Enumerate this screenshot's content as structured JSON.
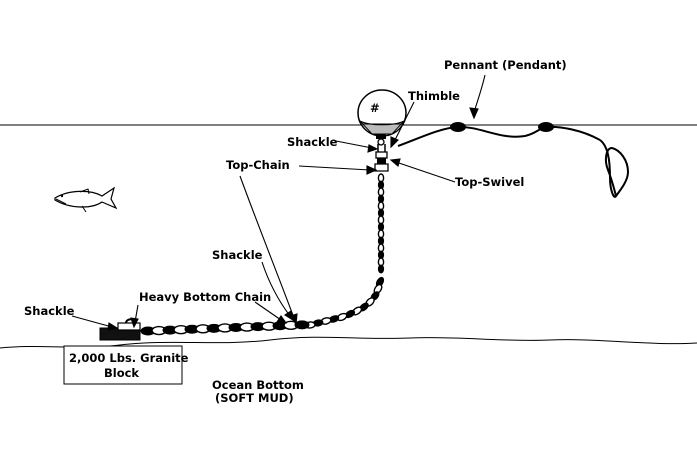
{
  "labels": {
    "pennant": "Pennant (Pendant)",
    "thimble": "Thimble",
    "shackle_buoy": "Shackle",
    "top_chain": "Top-Chain",
    "top_swivel": "Top-Swivel",
    "shackle_mid": "Shackle",
    "heavy_bottom_chain": "Heavy Bottom Chain",
    "shackle_block": "Shackle",
    "block_line1": "2,000 Lbs. Granite",
    "block_line2": "Block",
    "ocean_bottom_line1": "Ocean Bottom",
    "ocean_bottom_line2": "(SOFT MUD)",
    "buoy_mark": "#"
  },
  "colors": {
    "ink": "#000000",
    "background": "#ffffff"
  },
  "icons": {
    "fish": "fish-icon",
    "buoy": "mooring-ball-icon",
    "anchor_block": "granite-block-icon"
  }
}
